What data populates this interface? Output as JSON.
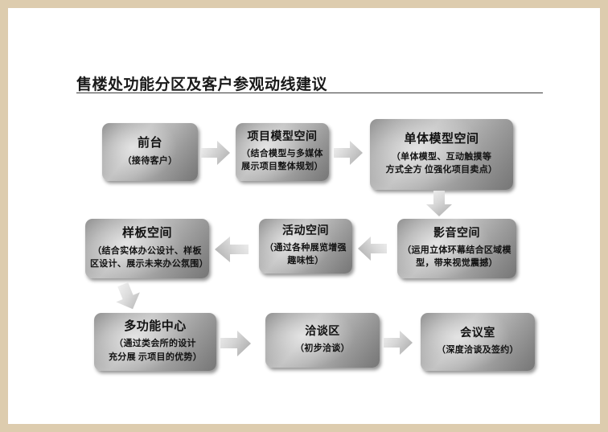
{
  "slide": {
    "title": "售楼处功能分区及客户参观动线建议",
    "frame_color": "#ddccae",
    "page_color": "#ffffff",
    "box_fill_light": "#c3c3c3",
    "box_fill_dark": "#767676",
    "text_color": "#121212"
  },
  "nodes": [
    {
      "id": "node-1",
      "title": "前台",
      "desc": "（接待客户）"
    },
    {
      "id": "node-2",
      "title": "项目模型空间",
      "desc": "（结合模型与多媒体\n展示项目整体规划）"
    },
    {
      "id": "node-3",
      "title": "单体模型空间",
      "desc": "（单体模型、互动触摸等\n方式全方 位强化项目卖点）"
    },
    {
      "id": "node-4",
      "title": "影音空间",
      "desc": "（运用立体环幕结合区域模\n型，带来视觉震撼）"
    },
    {
      "id": "node-5",
      "title": "活动空间",
      "desc": "（通过各种展览增强\n趣味性）"
    },
    {
      "id": "node-6",
      "title": "样板空间",
      "desc": "（结合实体办公设计、样板\n区设计、展示未来办公氛围）"
    },
    {
      "id": "node-7",
      "title": "多功能中心",
      "desc": "（通过类会所的设计\n充分展 示项目的优势）"
    },
    {
      "id": "node-8",
      "title": "洽谈区",
      "desc": "（初步洽谈）"
    },
    {
      "id": "node-9",
      "title": "会议室",
      "desc": "（深度洽谈及签约）"
    }
  ],
  "arrows": [
    {
      "id": "arrow-1",
      "icon": "arrow-right-icon",
      "from": "前台",
      "to": "项目模型空间"
    },
    {
      "id": "arrow-2",
      "icon": "arrow-right-icon",
      "from": "项目模型空间",
      "to": "单体模型空间"
    },
    {
      "id": "arrow-3",
      "icon": "arrow-down-icon",
      "from": "单体模型空间",
      "to": "影音空间"
    },
    {
      "id": "arrow-4",
      "icon": "arrow-left-icon",
      "from": "影音空间",
      "to": "活动空间"
    },
    {
      "id": "arrow-5",
      "icon": "arrow-left-icon",
      "from": "活动空间",
      "to": "样板空间"
    },
    {
      "id": "arrow-6",
      "icon": "arrow-down-icon",
      "from": "样板空间",
      "to": "多功能中心"
    },
    {
      "id": "arrow-7",
      "icon": "arrow-right-icon",
      "from": "多功能中心",
      "to": "洽谈区"
    },
    {
      "id": "arrow-8",
      "icon": "arrow-right-icon",
      "from": "洽谈区",
      "to": "会议室"
    }
  ]
}
